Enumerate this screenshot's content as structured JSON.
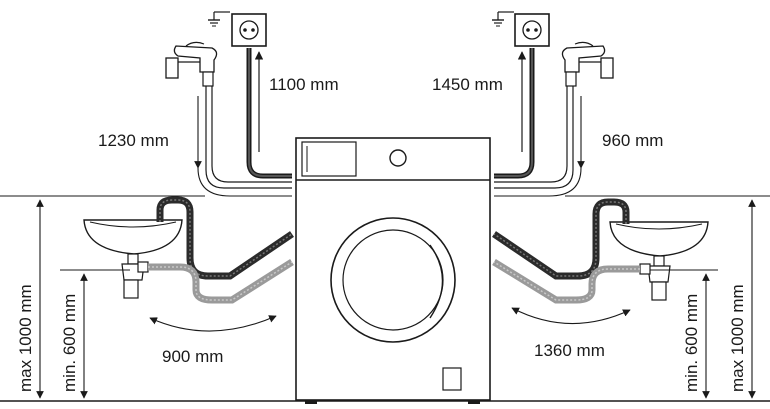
{
  "diagram": {
    "colors": {
      "line": "#1a1a1a",
      "hose_dark": "#2b2b2b",
      "hose_grey": "#9a9a9a",
      "background": "#ffffff"
    },
    "labels": {
      "power_left": "1100 mm",
      "power_right": "1450 mm",
      "inlet_left": "1230 mm",
      "inlet_right": "960 mm",
      "drain_left": "900 mm",
      "drain_right": "1360 mm",
      "max_height_left": "max 1000 mm",
      "min_height_left": "min. 600 mm",
      "min_height_right": "min. 600 mm",
      "max_height_right": "max 1000 mm"
    },
    "icons": [
      "ground-icon",
      "socket-icon",
      "tap-icon",
      "sink-icon",
      "washing-machine"
    ]
  }
}
